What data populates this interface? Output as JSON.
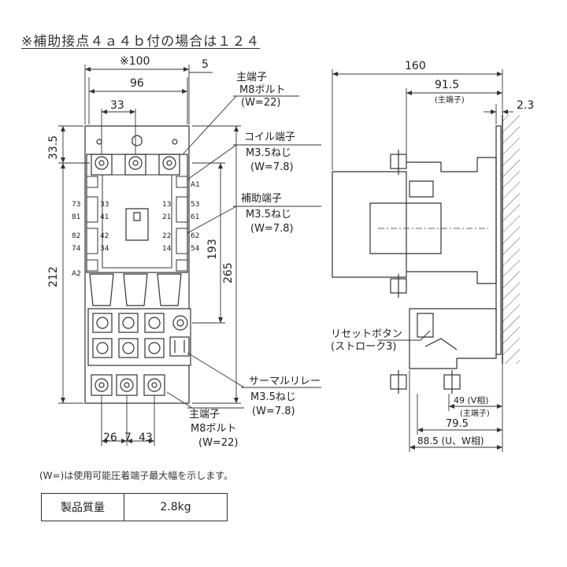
{
  "notes": {
    "top": "※補助接点４ａ４ｂ付の場合は１２４",
    "bottom": "(W=)は使用可能圧着端子最大幅を示します。"
  },
  "front_view": {
    "dims": {
      "width_overall": "※100",
      "width_inner": "96",
      "offset_right": "5",
      "pitch": "33",
      "top_offset": "33.5",
      "height_overall": "212",
      "height_mount": "193",
      "height_total": "265",
      "pitch_bottom_left": "26",
      "pitch_bottom_right": "7",
      "pitch_bottom_2": "43"
    },
    "terminal_numbers_left": [
      "73",
      "81",
      "33",
      "41",
      "82",
      "74",
      "42",
      "34"
    ],
    "terminal_numbers_right": [
      "13",
      "53",
      "21",
      "61",
      "22",
      "62",
      "14",
      "54"
    ],
    "coil_labels": [
      "A1",
      "A2"
    ]
  },
  "side_view": {
    "dims": {
      "depth_total": "160",
      "depth_main": "91.5",
      "depth_main_note": "(主端子)",
      "panel_offset": "2.3",
      "relay_depth_v": "49 (V相)",
      "relay_depth_v_note": "(主端子)",
      "relay_depth": "79.5",
      "relay_depth_uw": "88.5 (U、W相)"
    },
    "reset_label": "リセットボタン",
    "reset_stroke": "(ストローク3)"
  },
  "callouts": [
    {
      "title": "主端子",
      "spec": "M8ボルト",
      "w": "(W=22)"
    },
    {
      "title": "コイル端子",
      "spec": "M3.5ねじ",
      "w": "(W=7.8)"
    },
    {
      "title": "補助端子",
      "spec": "M3.5ねじ",
      "w": "(W=7.8)"
    },
    {
      "title": "サーマルリレー",
      "spec": "M3.5ねじ",
      "w": "(W=7.8)"
    },
    {
      "title": "主端子",
      "spec": "M8ボルト",
      "w": "(W=22)"
    }
  ],
  "spec_table": {
    "label": "製品質量",
    "value": "2.8kg"
  }
}
